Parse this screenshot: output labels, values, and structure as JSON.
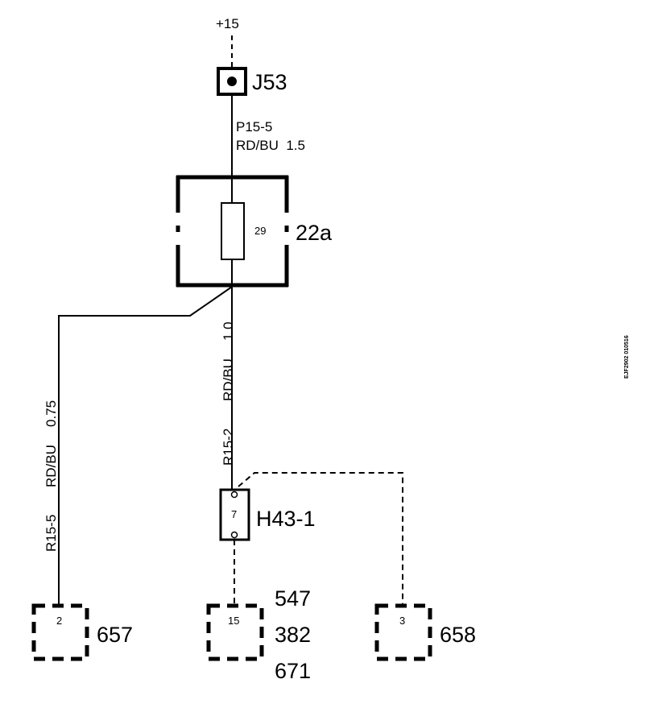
{
  "supply": {
    "label": "+15"
  },
  "connector_j53": {
    "label": "J53"
  },
  "wire_in": {
    "id": "P15-5",
    "color_size": "RD/BU  1.5"
  },
  "fuse_box": {
    "label": "22a",
    "fuse_number": "29"
  },
  "wire_center": {
    "id": "R15-2",
    "color": "RD/BU",
    "size": "1.0"
  },
  "wire_left": {
    "id": "R15-5",
    "color": "RD/BU",
    "size": "0.75"
  },
  "connector_h43": {
    "label": "H43-1",
    "pin": "7"
  },
  "terminal_left": {
    "pin": "2",
    "ref": "657"
  },
  "terminal_center": {
    "pin": "15",
    "refs": [
      "547",
      "382",
      "671"
    ]
  },
  "terminal_right": {
    "pin": "3",
    "ref": "658"
  },
  "drawing_code": "EJF2902 010516"
}
